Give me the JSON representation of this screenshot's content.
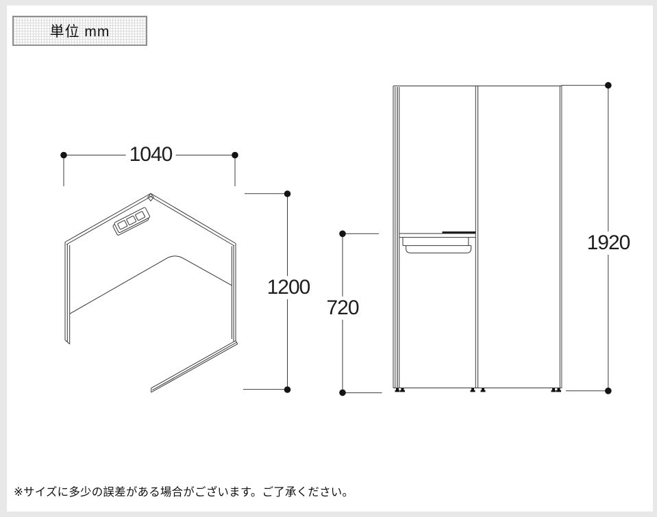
{
  "unit_box": {
    "label": "単位 mm"
  },
  "dimensions": {
    "width": "1040",
    "panel_height": "1200",
    "desk_height": "720",
    "overall_height": "1920"
  },
  "footnote": "※サイズに多少の誤差がある場合がございます。ご了承ください。",
  "colors": {
    "page_margin": "#e8e8e8",
    "canvas": "#ffffff",
    "line": "#333333",
    "gray_edge": "#858585",
    "marker": "#141414",
    "grid": "#dcdcdc",
    "desk_strip": "#1c1c1c"
  }
}
